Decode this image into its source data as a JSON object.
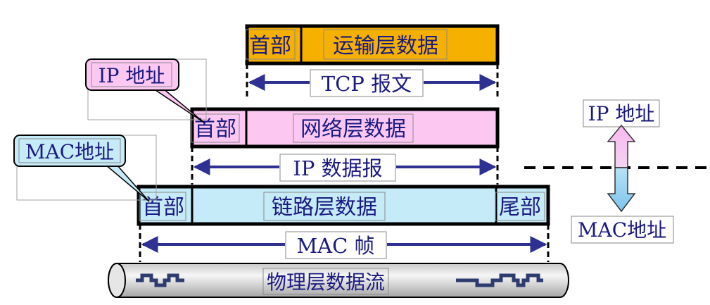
{
  "colors": {
    "transport_fill": "#f5b000",
    "network_fill": "#fcc8f2",
    "link_fill": "#c6ebf8",
    "text": "#1a1a80",
    "arrow": "#2e3192"
  },
  "transport": {
    "header": "首部",
    "data": "运输层数据",
    "span_label": "TCP 报文"
  },
  "network": {
    "header": "首部",
    "data": "网络层数据",
    "span_label": "IP 数据报"
  },
  "link": {
    "header": "首部",
    "data": "链路层数据",
    "trailer": "尾部",
    "span_label": "MAC 帧"
  },
  "physical": {
    "label": "物理层数据流"
  },
  "callouts": {
    "ip": "IP 地址",
    "mac": "MAC地址"
  },
  "side": {
    "ip": "IP 地址",
    "mac": "MAC地址"
  }
}
